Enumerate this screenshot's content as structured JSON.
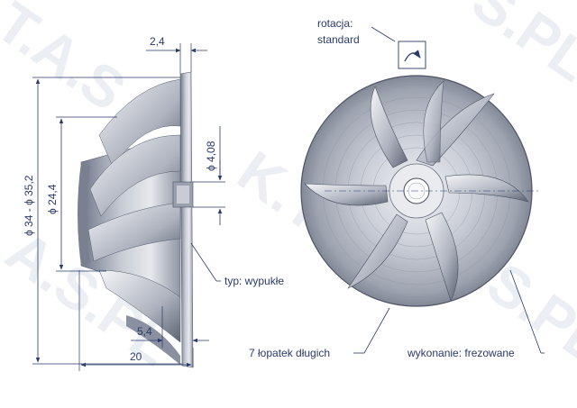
{
  "watermark": [
    "T.A.S",
    "K.T.A.S",
    "A.S.PL",
    "S.PL",
    "T.A.S.PL"
  ],
  "dimensions": {
    "hub_height": "2,4",
    "outer_diameter": "ϕ 34 - ϕ 35,2",
    "inducer_diameter": "ϕ 24,4",
    "bore_diameter": "ϕ 4,08",
    "blade_offset": "5,4",
    "total_length": "20"
  },
  "labels": {
    "rotation_title": "rotacja:",
    "rotation_value": "standard",
    "type": "typ: wypukłe",
    "blades": "7 łopatek długich",
    "manufacture": "wykonanie: frezowane"
  },
  "colors": {
    "annotation": "#2a3a6a",
    "metal_light": "#d9dce3",
    "metal_dark": "#5e6472"
  },
  "icons": {
    "rotation": "rotation-arrow-icon"
  }
}
